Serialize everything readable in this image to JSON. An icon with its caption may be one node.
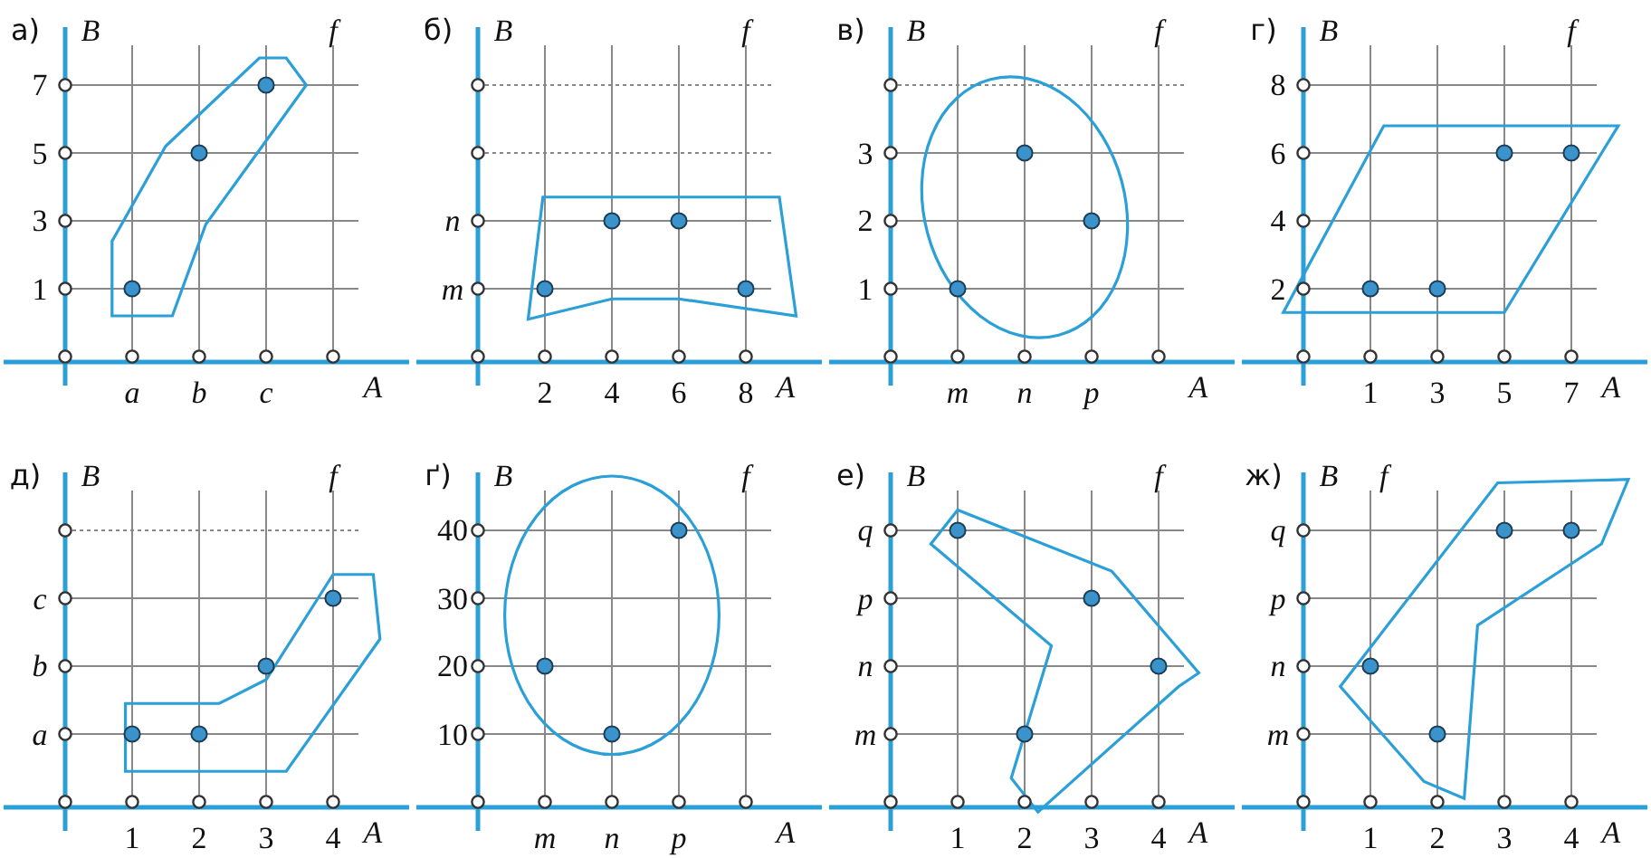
{
  "diagram": {
    "labels": [
      "а)",
      "B",
      "f",
      "7",
      "5",
      "3",
      "1",
      "a",
      "b",
      "c",
      "A",
      "б)",
      "B",
      "f",
      "n",
      "m",
      "2",
      "4",
      "6",
      "8",
      "A",
      "в)",
      "B",
      "f",
      "3",
      "2",
      "1",
      "m",
      "n",
      "p",
      "A",
      "г)",
      "B",
      "f",
      "8",
      "6",
      "4",
      "2",
      "1",
      "3",
      "5",
      "7",
      "A",
      "д)",
      "B",
      "f",
      "c",
      "b",
      "a",
      "1",
      "2",
      "3",
      "4",
      "A",
      "ґ)",
      "B",
      "f",
      "40",
      "30",
      "20",
      "10",
      "m",
      "n",
      "p",
      "A",
      "е)",
      "B",
      "f",
      "q",
      "p",
      "n",
      "m",
      "1",
      "2",
      "3",
      "4",
      "A",
      "ж)",
      "B",
      "f",
      "q",
      "p",
      "n",
      "m",
      "1",
      "2",
      "3",
      "4",
      "A"
    ]
  }
}
